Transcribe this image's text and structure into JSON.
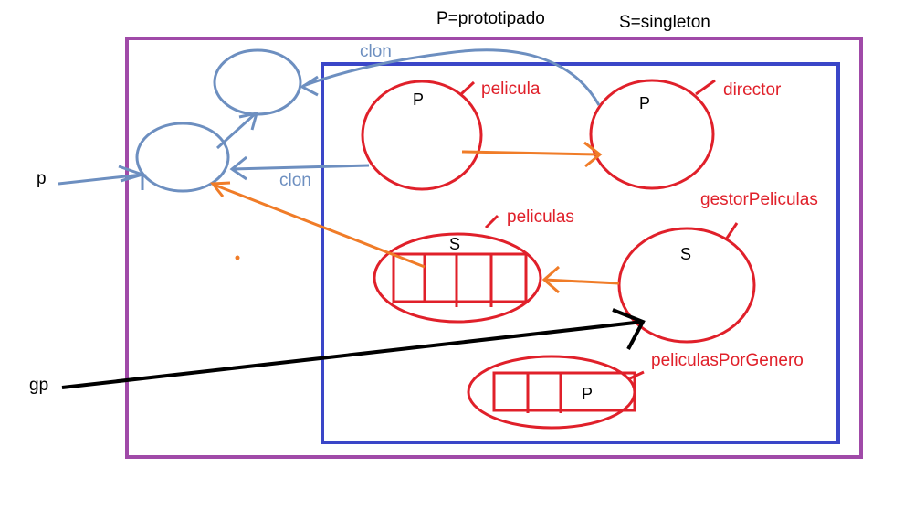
{
  "legend": {
    "prototype": "P=prototipado",
    "singleton": "S=singleton"
  },
  "refs": {
    "p": "p",
    "gp": "gp"
  },
  "beans": {
    "pelicula": {
      "label": "pelicula",
      "scope_marker": "P"
    },
    "director": {
      "label": "director",
      "scope_marker": "P"
    },
    "peliculas": {
      "label": "peliculas",
      "scope_marker": "S"
    },
    "gestorPeliculas": {
      "label": "gestorPeliculas",
      "scope_marker": "S"
    },
    "peliculasPorGenero": {
      "label": "peliculasPorGenero",
      "scope_marker": "P"
    }
  },
  "edges": {
    "clon_top": "clon",
    "clon_bottom": "clon"
  },
  "colors": {
    "outer_box": "#a04aa8",
    "inner_box": "#3a46c8",
    "bean": "#e0202a",
    "clone": "#6d8fc0",
    "dependency": "#f07c28",
    "reference": "#000000"
  }
}
